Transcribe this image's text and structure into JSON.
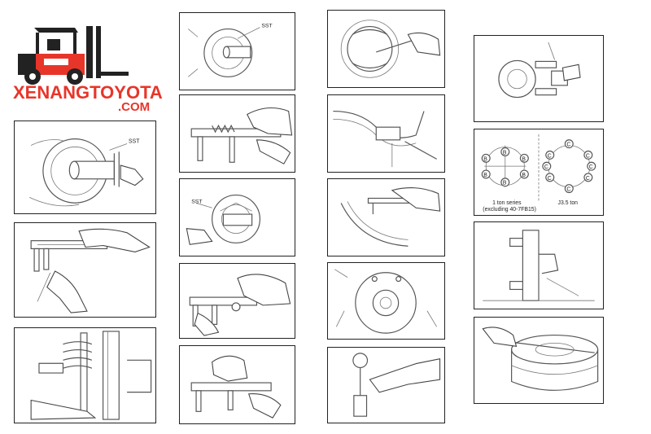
{
  "logo": {
    "brand": "XENANGTOYOTA",
    "suffix": ".COM",
    "badge": "TOYOTA",
    "accent_color": "#e8352a"
  },
  "labels": {
    "sst": "SST",
    "ton_small": "1 ton series",
    "ton_small_note": "(excluding 40-7FB15)",
    "ton_large": "J3.5 ton",
    "bolt_b": "B",
    "bolt_c": "C"
  }
}
